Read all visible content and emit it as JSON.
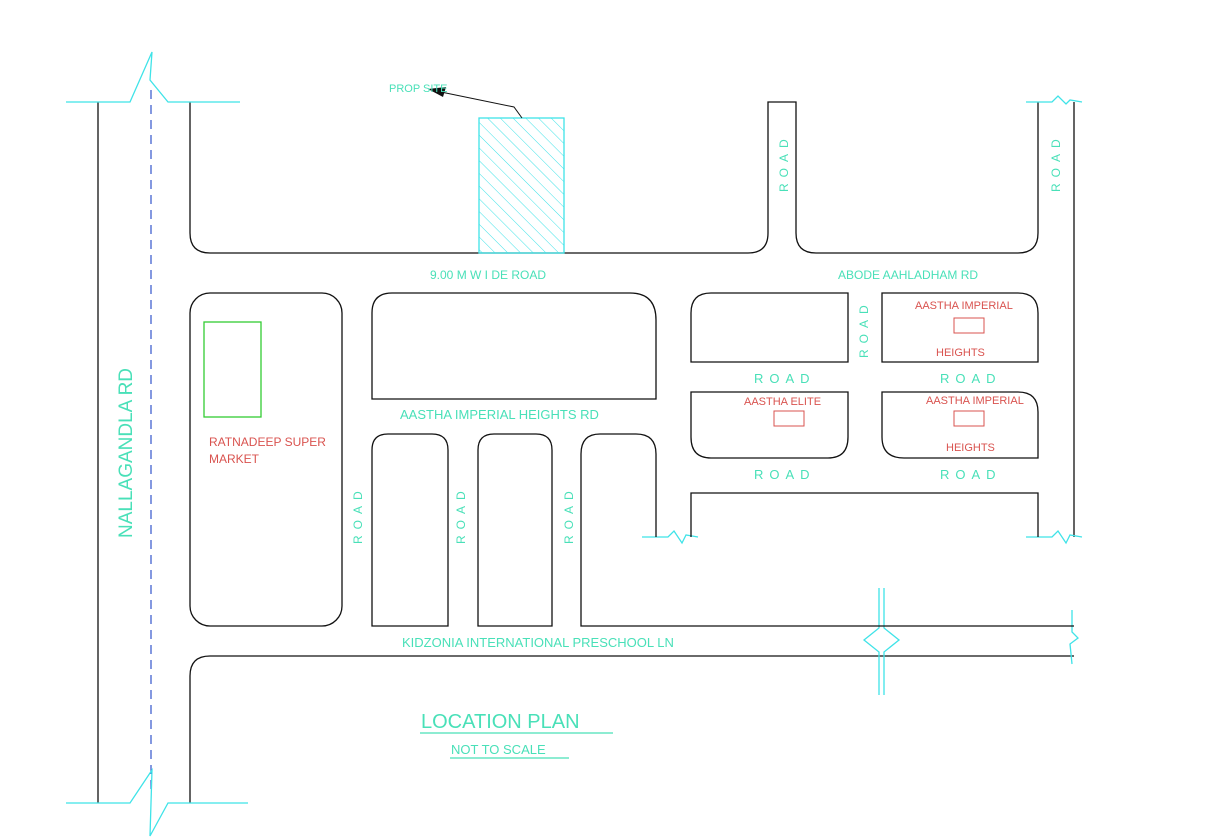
{
  "labels": {
    "prop_site": "PROP SITE",
    "wide_road": "9.00  M  W I DE  ROAD",
    "abode_rd": "ABODE AAHLADHAM RD",
    "aastha_imperial_rd": "AASTHA IMPERIAL HEIGHTS RD",
    "kidzonia_ln": "KIDZONIA INTERNATIONAL PRESCHOOL LN",
    "nallagandla_rd": "NALLAGANDLA RD",
    "road": "ROAD"
  },
  "buildings": {
    "ratnadeep_line1": "RATNADEEP SUPER",
    "ratnadeep_line2": "MARKET",
    "aastha_imperial_top_line1": "AASTHA IMPERIAL",
    "aastha_imperial_top_line2": "HEIGHTS",
    "aastha_elite": "AASTHA ELITE",
    "aastha_imperial_bottom_line1": "AASTHA IMPERIAL",
    "aastha_imperial_bottom_line2": "HEIGHTS"
  },
  "title": {
    "main": "LOCATION PLAN",
    "sub": "NOT TO SCALE"
  },
  "colors": {
    "road_line": "#111111",
    "break_line": "#3fe3e8",
    "road_label": "#49e0b8",
    "building_label": "#d9534f",
    "site_hatch": "#3fe3e8",
    "ratnadeep_box": "#33cc33"
  }
}
